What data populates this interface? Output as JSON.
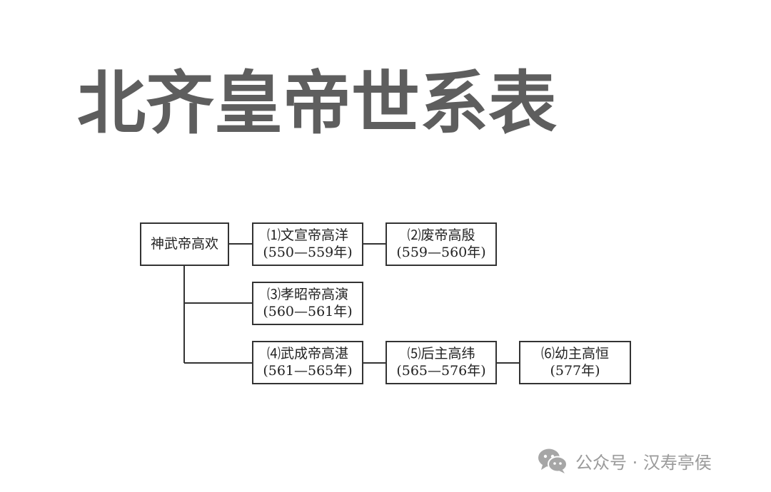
{
  "title": "北齐皇帝世系表",
  "nodes": {
    "founder": {
      "name": "神武帝高欢"
    },
    "n1": {
      "name": "⑴文宣帝高洋",
      "years": "(550—559年)"
    },
    "n2": {
      "name": "⑵废帝高殷",
      "years": "(559—560年)"
    },
    "n3": {
      "name": "⑶孝昭帝高演",
      "years": "(560—561年)"
    },
    "n4": {
      "name": "⑷武成帝高湛",
      "years": "(561—565年)"
    },
    "n5": {
      "name": "⑸后主高纬",
      "years": "(565—576年)"
    },
    "n6": {
      "name": "⑹幼主高恒",
      "years": "(577年)"
    }
  },
  "watermark": {
    "text": "公众号 · 汉寿亭侯",
    "icon": "wechat-icon"
  }
}
